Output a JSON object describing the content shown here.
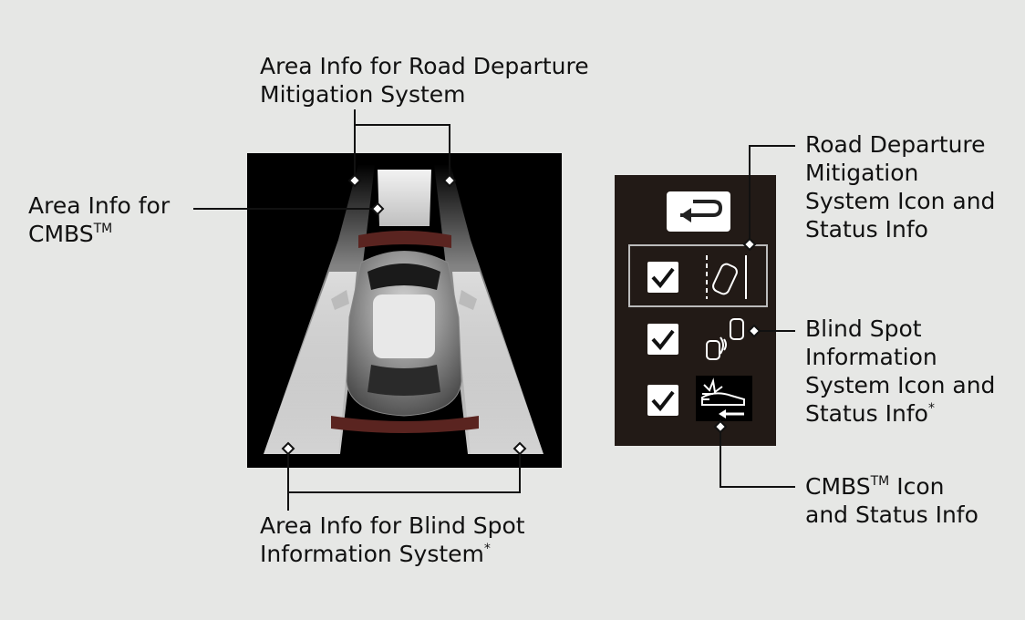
{
  "callouts": {
    "road_departure_area": {
      "lines": [
        "Area Info for Road Departure",
        "Mitigation System"
      ]
    },
    "cmbs_area": {
      "line1": "Area Info for",
      "line2_text": "CMBS",
      "line2_tm": "TM"
    },
    "blind_spot_area": {
      "line1": "Area Info for Blind Spot",
      "line2_text": "Information System",
      "line2_asterisk": "*"
    },
    "road_departure_icon": {
      "lines": [
        "Road Departure",
        "Mitigation",
        "System Icon and",
        "Status Info"
      ]
    },
    "blind_spot_icon": {
      "lines": [
        "Blind Spot",
        "Information",
        "System Icon and"
      ],
      "last_text": "Status Info",
      "last_asterisk": "*"
    },
    "cmbs_icon": {
      "line1_text": "CMBS",
      "line1_tm": "TM",
      "line1_rest": " Icon",
      "line2": "and Status Info"
    }
  },
  "menu": {
    "items": [
      {
        "checked": true,
        "icon": "road-departure-icon",
        "highlighted": true
      },
      {
        "checked": true,
        "icon": "blind-spot-icon",
        "highlighted": false
      },
      {
        "checked": true,
        "icon": "cmbs-icon",
        "highlighted": false
      }
    ],
    "back_icon": "back-arrow-icon"
  },
  "colors": {
    "background": "#e6e7e5",
    "screen": "#000000",
    "menu_panel": "#221a16",
    "zone_red": "#5a2420"
  }
}
